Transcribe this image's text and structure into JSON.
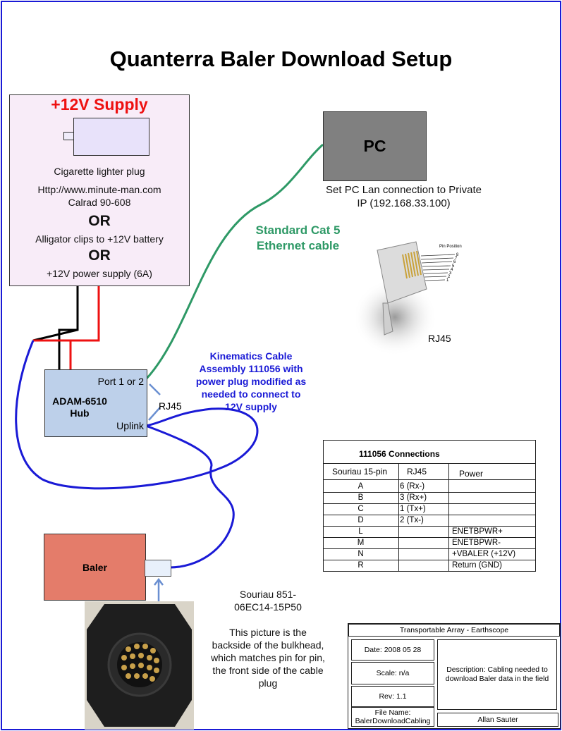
{
  "title": "Quanterra Baler Download Setup",
  "supply": {
    "heading": "+12V Supply",
    "lines": [
      "Cigarette lighter plug",
      "Http://www.minute-man.com",
      "Calrad 90-608",
      "OR",
      "Alligator clips to +12V battery",
      "OR",
      "+12V power supply (6A)"
    ]
  },
  "pc": {
    "label": "PC",
    "note_line1": "Set PC Lan connection to Private",
    "note_line2": "IP (192.168.33.100)"
  },
  "cable_cat5": {
    "line1": "Standard Cat 5",
    "line2": "Ethernet cable"
  },
  "rj45_image": {
    "pin_position_label": "Pin Position",
    "pins": [
      "8",
      "7",
      "6",
      "5",
      "4",
      "3",
      "2",
      "1"
    ],
    "caption": "RJ45"
  },
  "hub": {
    "port_label": "Port 1 or 2",
    "name_line1": "ADAM-6510",
    "name_line2": "Hub",
    "uplink_label": "Uplink",
    "rj45_label": "RJ45"
  },
  "kinematics": {
    "lines": [
      "Kinematics Cable",
      "Assembly 111056 with",
      "power plug modified as",
      "needed to connect to",
      "12V supply"
    ]
  },
  "baler": {
    "label": "Baler"
  },
  "souriau": {
    "lines": [
      "Souriau 851-",
      "06EC14-15P50",
      "",
      "This picture is the",
      "backside of the bulkhead,",
      "which matches pin for pin,",
      "the front side of the cable",
      "plug"
    ]
  },
  "connections_table": {
    "title": "111056 Connections",
    "headers": [
      "Souriau 15-pin",
      "RJ45",
      "Power"
    ],
    "rows": [
      [
        "A",
        "6  (Rx-)",
        ""
      ],
      [
        "B",
        "3 (Rx+)",
        ""
      ],
      [
        "C",
        "1 (Tx+)",
        ""
      ],
      [
        "D",
        " 2 (Tx-)",
        ""
      ],
      [
        "L",
        "",
        "  ENETBPWR+"
      ],
      [
        "M",
        "",
        " ENETBPWR-"
      ],
      [
        "N",
        "",
        "+VBALER (+12V)"
      ],
      [
        "R",
        "",
        "Return        (GND)"
      ]
    ]
  },
  "title_block": {
    "project": "Transportable Array - Earthscope",
    "date": "Date: 2008 05 28",
    "scale": "Scale: n/a",
    "rev": "Rev: 1.1",
    "file_name_label": "File Name:",
    "file_name": "BalerDownloadCabling",
    "description": "Description: Cabling needed to download Baler data in the field",
    "author": "Allan Sauter"
  },
  "colors": {
    "border": "#1a1ad6",
    "supply_heading": "#ee1111",
    "cat5_cable": "#2e9966",
    "kinematics_cable": "#1a1ad6",
    "power_red": "#ee1111",
    "power_black": "#000000",
    "hub_fill": "#bdd0ea",
    "baler_fill": "#e47c6a",
    "pc_fill": "#808080",
    "supply_fill": "#f8ecf8"
  }
}
